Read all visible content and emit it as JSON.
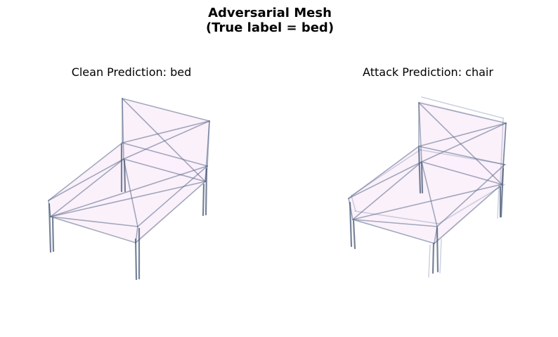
{
  "figure": {
    "title_line1": "Adversarial Mesh",
    "title_line2": "(True label = bed)"
  },
  "panels": [
    {
      "title": "Clean Prediction: bed"
    },
    {
      "title": "Attack Prediction: chair"
    }
  ],
  "colors": {
    "edge": "#5a6a88",
    "edge_light": "#9aa6bd",
    "face_fill": "#fbf0fb",
    "text": "#000000"
  }
}
